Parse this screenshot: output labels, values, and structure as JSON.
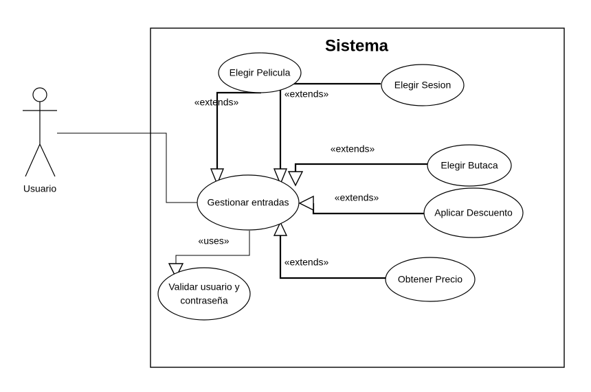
{
  "system": {
    "title": "Sistema"
  },
  "actor": {
    "name": "Usuario"
  },
  "use_cases": {
    "gestionar": "Gestionar entradas",
    "pelicula": "Elegir Pelicula",
    "sesion": "Elegir Sesion",
    "butaca": "Elegir Butaca",
    "descuento": "Aplicar Descuento",
    "precio": "Obtener Precio",
    "validar_line1": "Validar usuario y",
    "validar_line2": "contraseña"
  },
  "relations": {
    "pelicula": "«extends»",
    "sesion": "«extends»",
    "butaca": "«extends»",
    "descuento": "«extends»",
    "precio": "«extends»",
    "validar": "«uses»"
  }
}
